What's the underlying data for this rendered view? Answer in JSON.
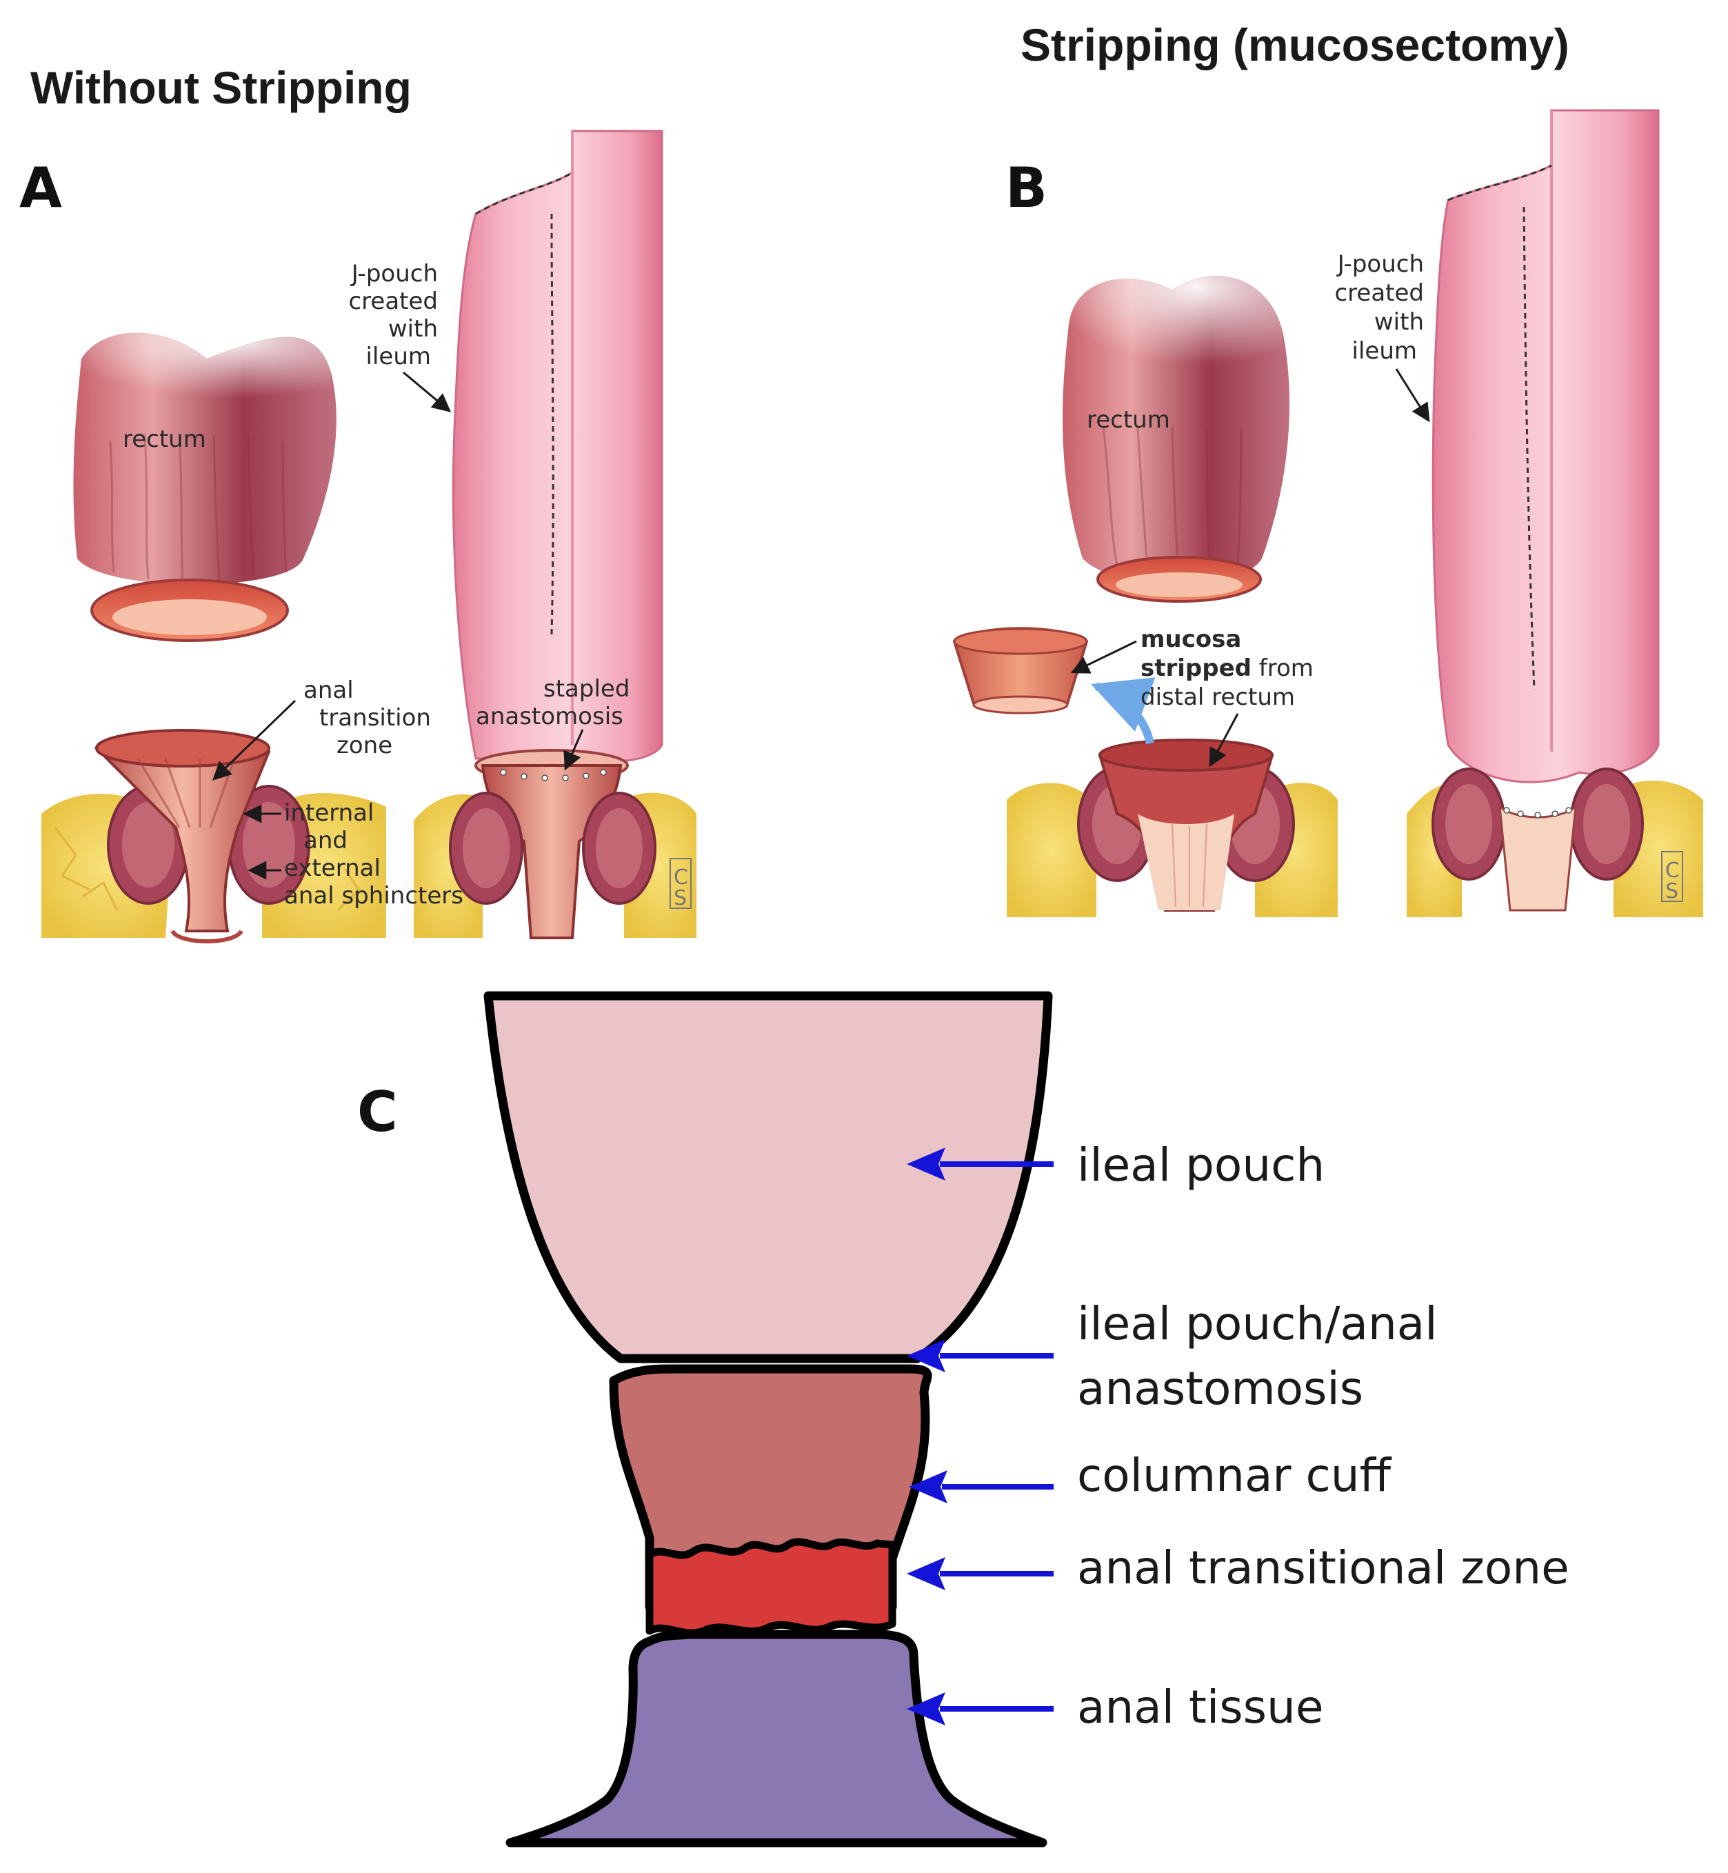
{
  "headings": {
    "left": "Without Stripping",
    "right": "Stripping (mucosectomy)"
  },
  "panels": {
    "a": {
      "letter": "A",
      "rectum": "rectum",
      "jpouch": [
        "J-pouch",
        "created",
        "with",
        "ileum"
      ],
      "atz": [
        "anal",
        "transition",
        "zone"
      ],
      "stapled": [
        "stapled",
        "anastomosis"
      ],
      "sphincters": [
        "internal",
        "and",
        "external",
        "anal sphincters"
      ]
    },
    "b": {
      "letter": "B",
      "rectum": "rectum",
      "jpouch": [
        "J-pouch",
        "created",
        "with",
        "ileum"
      ],
      "mucosa_bold_1": "mucosa",
      "mucosa_bold_2": "stripped",
      "mucosa_rest_2": " from",
      "mucosa_line_3": "distal rectum"
    },
    "c": {
      "letter": "C",
      "labels": [
        [
          "ileal pouch"
        ],
        [
          "ileal pouch/anal",
          "anastomosis"
        ],
        [
          "columnar cuff"
        ],
        [
          "anal transitional zone"
        ],
        [
          "anal tissue"
        ]
      ]
    }
  },
  "colors": {
    "ileal_pouch": "#ebc4c8",
    "columnar_cuff": "#c46e6e",
    "transitional_zone": "#d83a3a",
    "anal_tissue": "#8a78b2",
    "arrow": "#1414d8",
    "pouch_pink": "#f3a9bb",
    "rectum_red": "#b8545c",
    "fat_yellow": "#f1d35a"
  }
}
